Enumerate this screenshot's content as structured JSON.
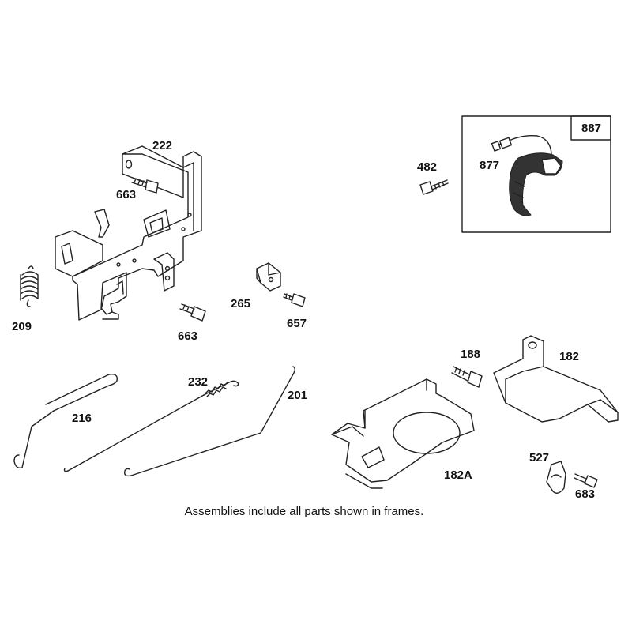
{
  "labels": {
    "p887": "887",
    "p877": "877",
    "p482": "482",
    "p222": "222",
    "p663a": "663",
    "p663b": "663",
    "p209": "209",
    "p265": "265",
    "p657": "657",
    "p188": "188",
    "p182": "182",
    "p182a": "182A",
    "p232": "232",
    "p201": "201",
    "p216": "216",
    "p527": "527",
    "p683": "683"
  },
  "note": "Assemblies include all parts shown in frames."
}
